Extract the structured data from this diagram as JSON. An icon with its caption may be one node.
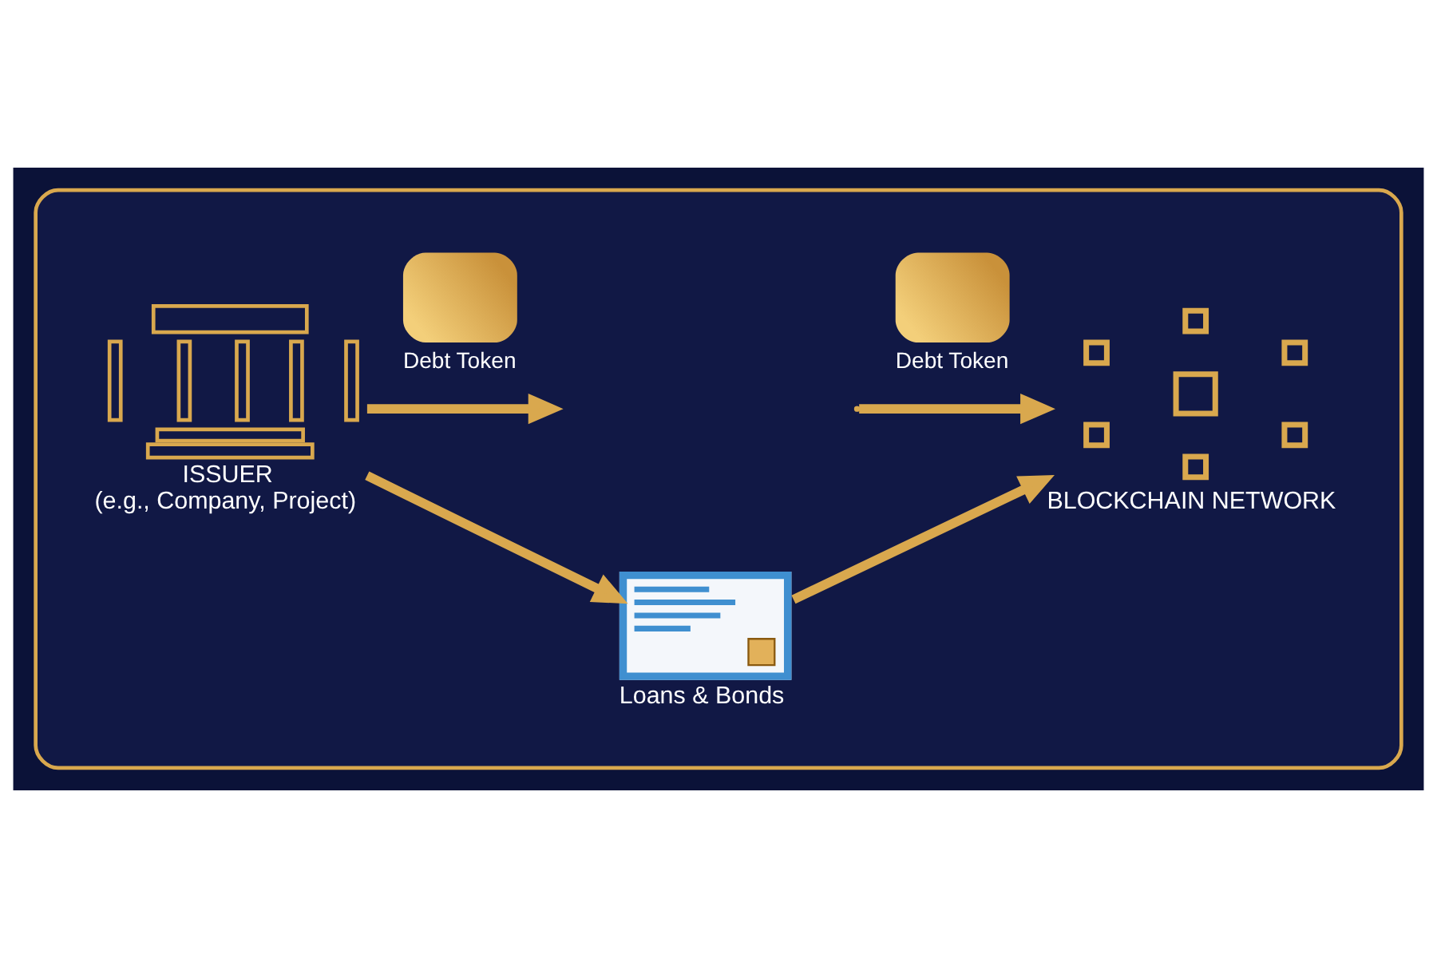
{
  "diagram": {
    "nodes": [
      {
        "text": [],
        "shape": "box"
      },
      {
        "text": [
          "ISSUER",
          "(e.g., Company, Project)"
        ],
        "in": 0
      },
      {
        "text": [
          "Loans & Bonds"
        ],
        "in": 0
      },
      {
        "text": [
          "BLOCKCHAIN NETWORK"
        ],
        "in": 0
      }
    ],
    "edges": [
      {
        "from": 1,
        "to": null,
        "arrow": "to",
        "label": "Debt Token"
      },
      {
        "from": null,
        "to": 3,
        "arrow": "to",
        "label": "Debt Token"
      },
      {
        "from": 1,
        "to": 2,
        "arrow": "to"
      },
      {
        "from": 2,
        "to": 3,
        "arrow": "to"
      }
    ]
  }
}
